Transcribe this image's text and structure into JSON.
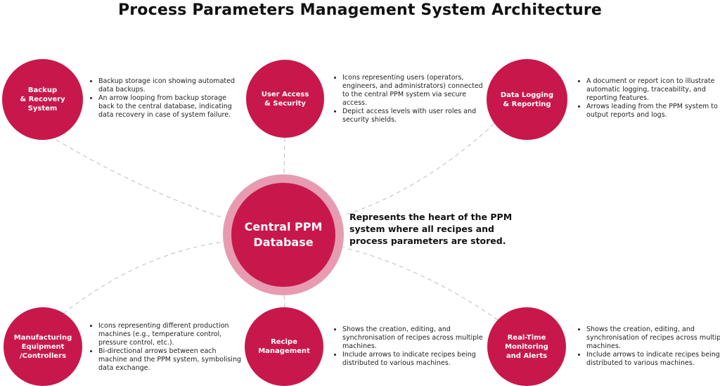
{
  "title": "Process Parameters Management System Architecture",
  "center": {
    "label": "Central PPM\nDatabase",
    "description": "Represents the heart of the PPM system where all recipes and process parameters are stored."
  },
  "nodes": [
    {
      "id": "backup",
      "label": "Backup\n& Recovery System",
      "bullets": [
        "Backup storage icon showing automated data backups.",
        "An arrow looping from backup storage back to the central database, indicating data recovery in case of system failure."
      ]
    },
    {
      "id": "user-access",
      "label": "User Access\n& Security",
      "bullets": [
        "Icons representing users (operators, engineers, and administrators) connected to the central PPM system via secure access.",
        "Depict access levels with user roles and security shields."
      ]
    },
    {
      "id": "data-logging",
      "label": "Data Logging\n& Reporting",
      "bullets": [
        "A document or report icon to illustrate automatic logging, traceability, and reporting features.",
        "Arrows leading from the PPM system to output reports and logs."
      ]
    },
    {
      "id": "manufacturing",
      "label": "Manufacturing\nEquipment\n/Controllers",
      "bullets": [
        "Icons representing different production machines (e.g., temperature control, pressure control, etc.).",
        "Bi-directional arrows between each machine and the PPM system, symbolising data exchange."
      ]
    },
    {
      "id": "recipe",
      "label": "Recipe\nManagement",
      "bullets": [
        "Shows the creation, editing, and synchronisation of recipes across multiple machines.",
        "Include arrows to indicate recipes being distributed to various machines."
      ]
    },
    {
      "id": "realtime",
      "label": "Real-Time\nMonitoring\nand Alerts",
      "bullets": [
        "Shows the creation, editing, and synchronisation of recipes across multiple machines.",
        "Include arrows to indicate recipes being distributed to various machines."
      ]
    }
  ],
  "colors": {
    "node": "#c8184b",
    "center_ring": "#e79bb1",
    "connector": "#bdbdbd"
  }
}
